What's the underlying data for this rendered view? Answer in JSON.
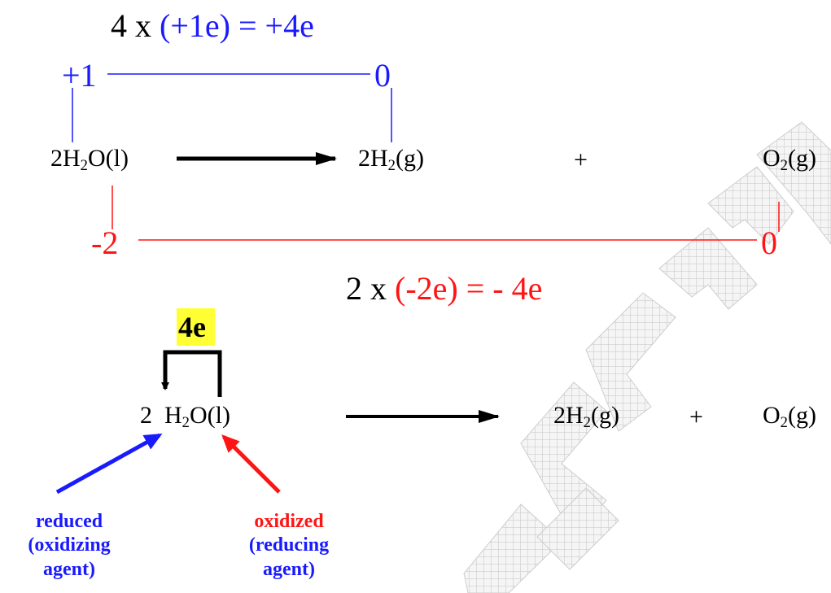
{
  "watermark": {
    "visible": true,
    "color": "#c4c4c4"
  },
  "colors": {
    "electrons_gained": "#1a1aff",
    "electrons_lost": "#ff1414",
    "highlight": "#ffff33"
  },
  "top": {
    "gain": {
      "mult": "4 x ",
      "colored": "(+1e) = +4e"
    },
    "h_ox_before": "+1",
    "h_ox_after": "0",
    "o_ox_before": "-2",
    "o_ox_after": "0",
    "loss": {
      "mult": "2 x ",
      "colored": "(-2e) = - 4e"
    },
    "reactant": {
      "coef": "2H",
      "sub": "2",
      "rest": "O(l)"
    },
    "product1": {
      "coef": "2H",
      "sub": "2",
      "rest": "(g)"
    },
    "plus": "+",
    "product2": {
      "coef": "O",
      "sub": "2",
      "rest": "(g)"
    }
  },
  "bottom": {
    "electrons_badge": "4e",
    "reactant": {
      "coef": "2  H",
      "sub": "2",
      "rest": "O(l)"
    },
    "product1": {
      "coef": "2H",
      "sub": "2",
      "rest": "(g)"
    },
    "plus": "+",
    "product2": {
      "coef": "O",
      "sub": "2",
      "rest": "(g)"
    },
    "reduced_label": [
      "reduced",
      "(oxidizing",
      "agent)"
    ],
    "oxidized_label": [
      "oxidized",
      "(reducing",
      "agent)"
    ]
  }
}
